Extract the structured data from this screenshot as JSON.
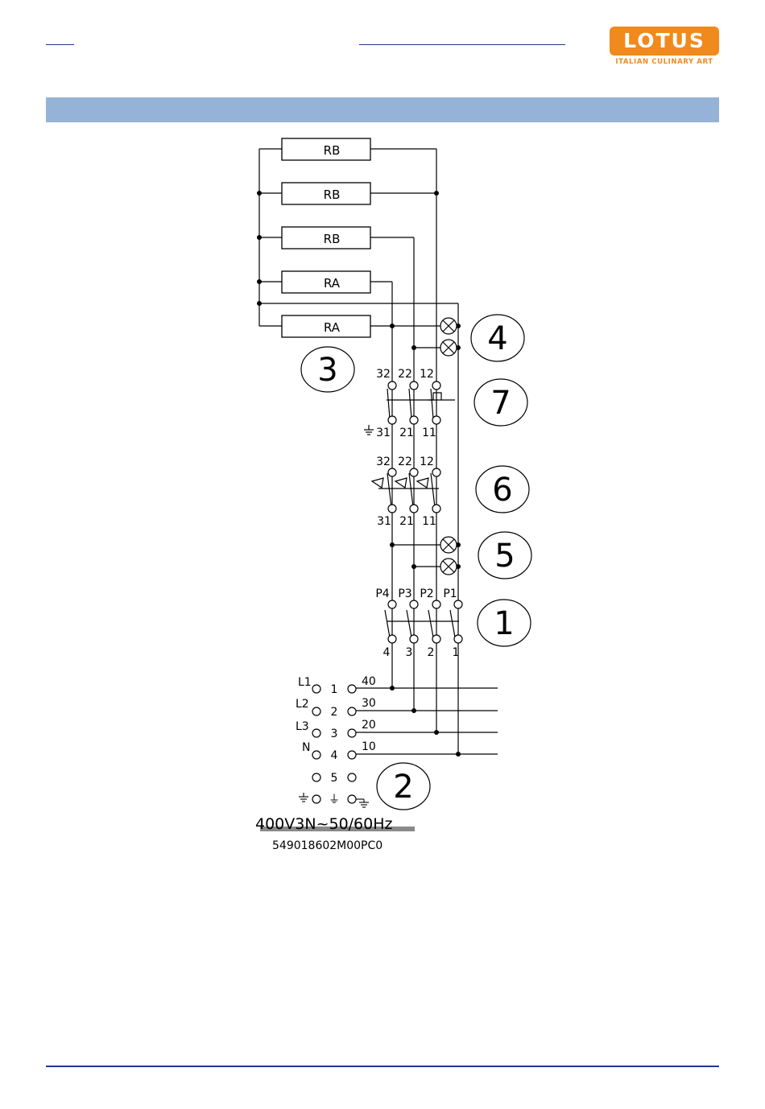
{
  "header": {
    "logo_text": "LOTUS",
    "logo_tagline": "ITALIAN CULINARY ART",
    "brand_color": "#f08a1d",
    "banner_color": "#95b3d7",
    "rule_color": "#1f3b8c"
  },
  "diagram": {
    "resistors": [
      "RB",
      "RB",
      "RB",
      "RA",
      "RA"
    ],
    "callouts": [
      "3",
      "4",
      "7",
      "6",
      "5",
      "1",
      "2"
    ],
    "selector_top_labels": [
      "32",
      "22",
      "12"
    ],
    "selector_bottom_labels": [
      "31",
      "21",
      "11"
    ],
    "thermostat_top_labels": [
      "32",
      "22",
      "12"
    ],
    "thermostat_bottom_labels": [
      "31",
      "21",
      "11"
    ],
    "switch_top_labels": [
      "P4",
      "P3",
      "P2",
      "P1"
    ],
    "switch_bottom_labels": [
      "4",
      "3",
      "2",
      "1"
    ],
    "terminals": [
      {
        "line": "L1",
        "num": "1",
        "wire": "40"
      },
      {
        "line": "L2",
        "num": "2",
        "wire": "30"
      },
      {
        "line": "L3",
        "num": "3",
        "wire": "20"
      },
      {
        "line": "N",
        "num": "4",
        "wire": "10"
      },
      {
        "line": "",
        "num": "5",
        "wire": ""
      }
    ],
    "ground_symbol": "⏚",
    "supply": "400V3N~50/60Hz",
    "code": "549018602M00PC0"
  }
}
